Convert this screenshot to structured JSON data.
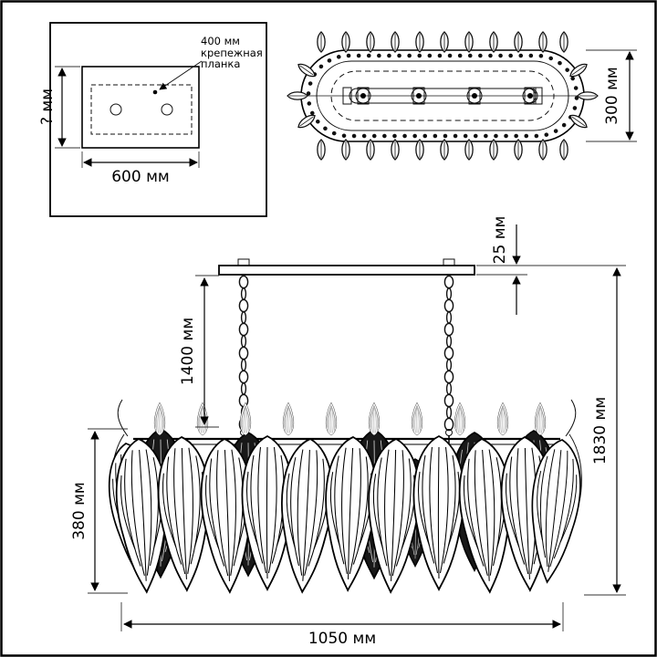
{
  "labels": {
    "mount_hole_width": "400 мм",
    "mount_name_line1": "крепежная",
    "mount_name_line2": "планка",
    "mount_height": "? мм",
    "mount_width": "600 мм",
    "top_view_depth": "300 мм",
    "canopy_height": "25 мм",
    "suspension_length": "1400 мм",
    "shade_height": "380 мм",
    "total_height": "1830 мм",
    "total_width": "1050 мм"
  },
  "colors": {
    "line": "#000000",
    "background": "#ffffff",
    "dark_leaf": "#181818"
  }
}
